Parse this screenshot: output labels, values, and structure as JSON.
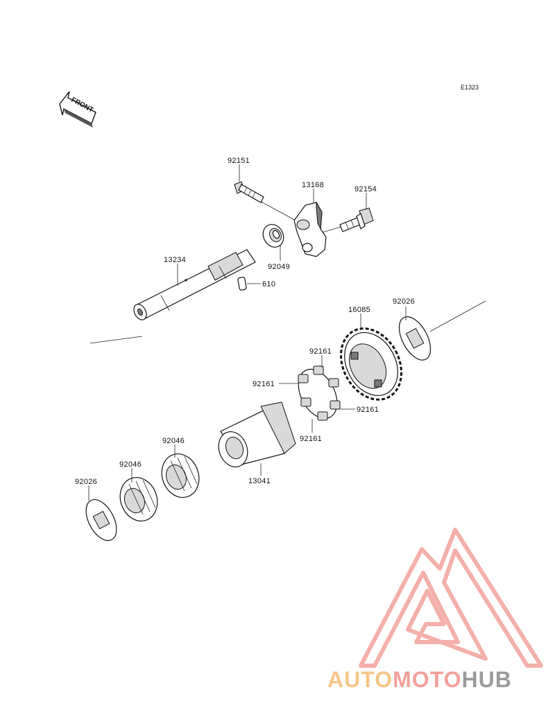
{
  "diagram_code": "E1323",
  "front_marker": "FRONT",
  "parts": [
    {
      "id": "p92151",
      "number": "92151"
    },
    {
      "id": "p13168",
      "number": "13168"
    },
    {
      "id": "p92154",
      "number": "92154"
    },
    {
      "id": "p92049",
      "number": "92049"
    },
    {
      "id": "p13234",
      "number": "13234"
    },
    {
      "id": "p610",
      "number": "610"
    },
    {
      "id": "p16085",
      "number": "16085"
    },
    {
      "id": "p92026a",
      "number": "92026"
    },
    {
      "id": "p92161a",
      "number": "92161"
    },
    {
      "id": "p92161b",
      "number": "92161"
    },
    {
      "id": "p92161c",
      "number": "92161"
    },
    {
      "id": "p92161d",
      "number": "92161"
    },
    {
      "id": "p92046a",
      "number": "92046"
    },
    {
      "id": "p92046b",
      "number": "92046"
    },
    {
      "id": "p13041",
      "number": "13041"
    },
    {
      "id": "p92026b",
      "number": "92026"
    }
  ],
  "watermark": {
    "part1": "AUTO",
    "part2": "MOTO",
    "part3": "HUB",
    "colors": {
      "auto": "#f7c58a",
      "moto": "#f2a19a",
      "hub": "#9a9a9a",
      "triangle": "#f2a19a"
    }
  }
}
